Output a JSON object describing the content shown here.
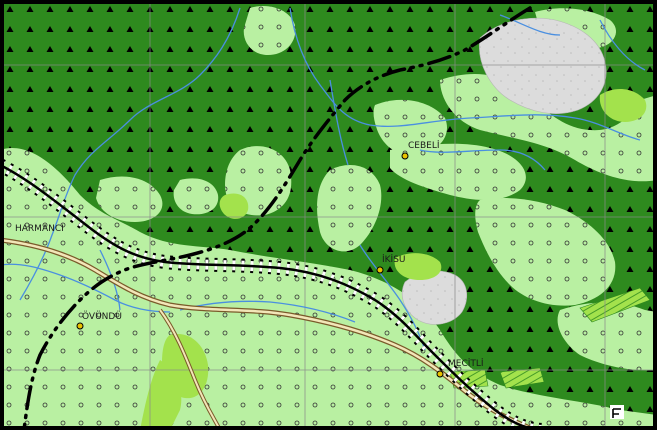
{
  "map": {
    "places": {
      "harmanci": "HARMANCI",
      "ovundu": "ÖVÜNDÜ",
      "cebeli": "CEBELİ",
      "ikisu": "İKİSU",
      "mecitli": "MECİTLİ"
    },
    "colors": {
      "forest": "#2e8a1e",
      "light_green": "#b9f0a2",
      "bright_green": "#a3e24c",
      "rocky": "#dcdcdc",
      "water": "#4a8fe0",
      "border_line": "#000000",
      "grid_line": "#8a8a8a",
      "frame": "#000000"
    }
  }
}
